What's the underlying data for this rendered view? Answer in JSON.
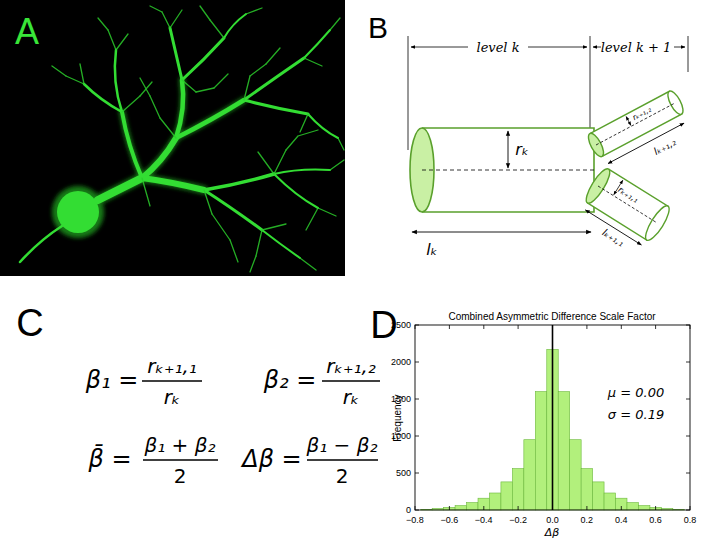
{
  "diagram": {
    "labels": [
      "A",
      "B",
      "level k",
      "level k + 1",
      "rₖ",
      "rₖ₊₁,₂",
      "rₖ₊₁,₁",
      "lₖ",
      "lₖ₊₁,₂",
      "lₖ₊₁,₁",
      "C",
      "β₁ =",
      "rₖ₊₁,₁",
      "rₖ",
      "β₂ =",
      "rₖ₊₁,₂",
      "rₖ",
      "β̄ =",
      "β₁ + β₂",
      "2",
      "Δβ =",
      "β₁ − β₂",
      "2",
      "D",
      "Combined Asymmetric Difference Scale Factor",
      "μ = 0.00",
      "σ = 0.19",
      "Frequency",
      "Δβ",
      "0",
      "500",
      "1000",
      "1500",
      "2000",
      "2500",
      "−0.8",
      "−0.6",
      "−0.4",
      "−0.2",
      "0.0",
      "0.2",
      "0.4",
      "0.6",
      "0.8"
    ]
  }
}
